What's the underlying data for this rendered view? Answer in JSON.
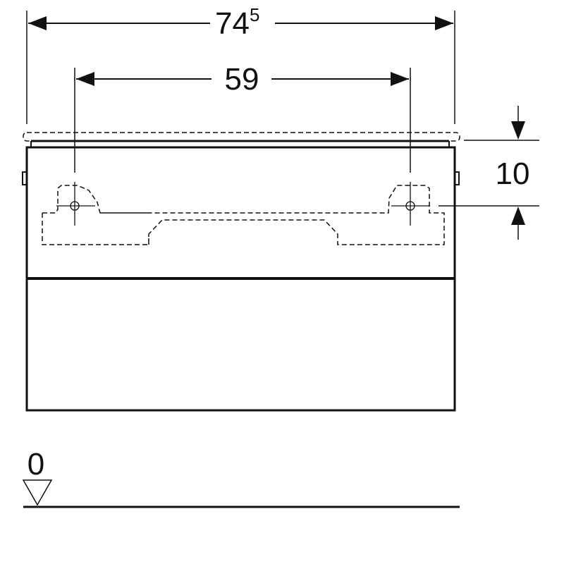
{
  "drawing": {
    "overall_width": {
      "value": "74",
      "superscript": "5"
    },
    "mount_spacing": "59",
    "mount_height": "10",
    "floor_level": "0"
  },
  "colors": {
    "line": "#111111",
    "background": "#ffffff"
  }
}
